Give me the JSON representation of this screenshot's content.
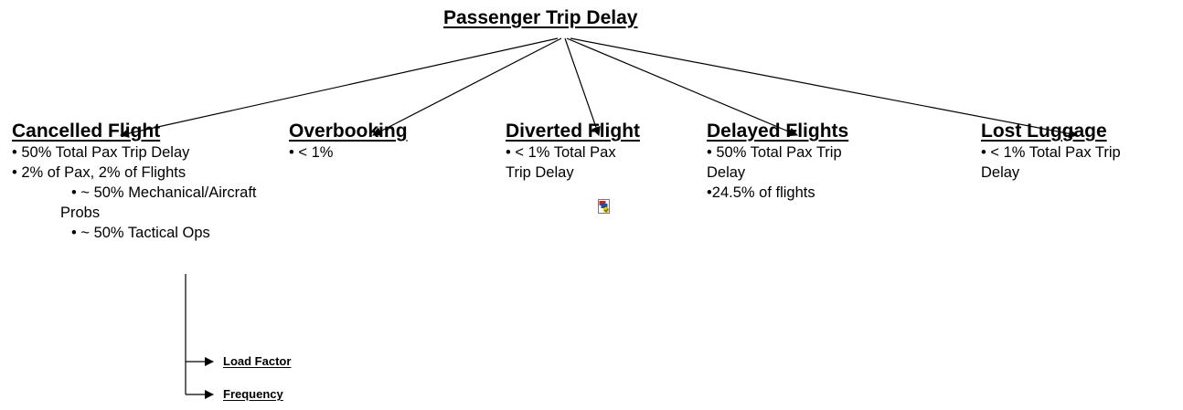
{
  "title": "Passenger Trip Delay",
  "nodes": [
    {
      "heading": "Cancelled Flight",
      "lines": [
        "• 50% Total Pax Trip Delay",
        "• 2% of Pax,  2% of Flights"
      ],
      "sub_lines": [
        "• ~ 50% Mechanical/Aircraft",
        "Probs",
        "• ~ 50% Tactical Ops"
      ]
    },
    {
      "heading": "Overbooking",
      "lines": [
        "• < 1%"
      ]
    },
    {
      "heading": "Diverted Flight",
      "lines": [
        "• < 1% Total Pax",
        "Trip Delay"
      ]
    },
    {
      "heading": "Delayed Flights",
      "lines": [
        "• 50% Total Pax Trip",
        "Delay",
        "•24.5% of flights"
      ]
    },
    {
      "heading": "Lost Luggage",
      "lines": [
        "• < 1% Total Pax Trip",
        "Delay"
      ]
    }
  ],
  "sub_branches": [
    "Load Factor",
    "Frequency"
  ],
  "icons": {
    "embedded_object": "embedded-document-icon"
  },
  "colors": {
    "text": "#000000",
    "lines": "#000000"
  }
}
